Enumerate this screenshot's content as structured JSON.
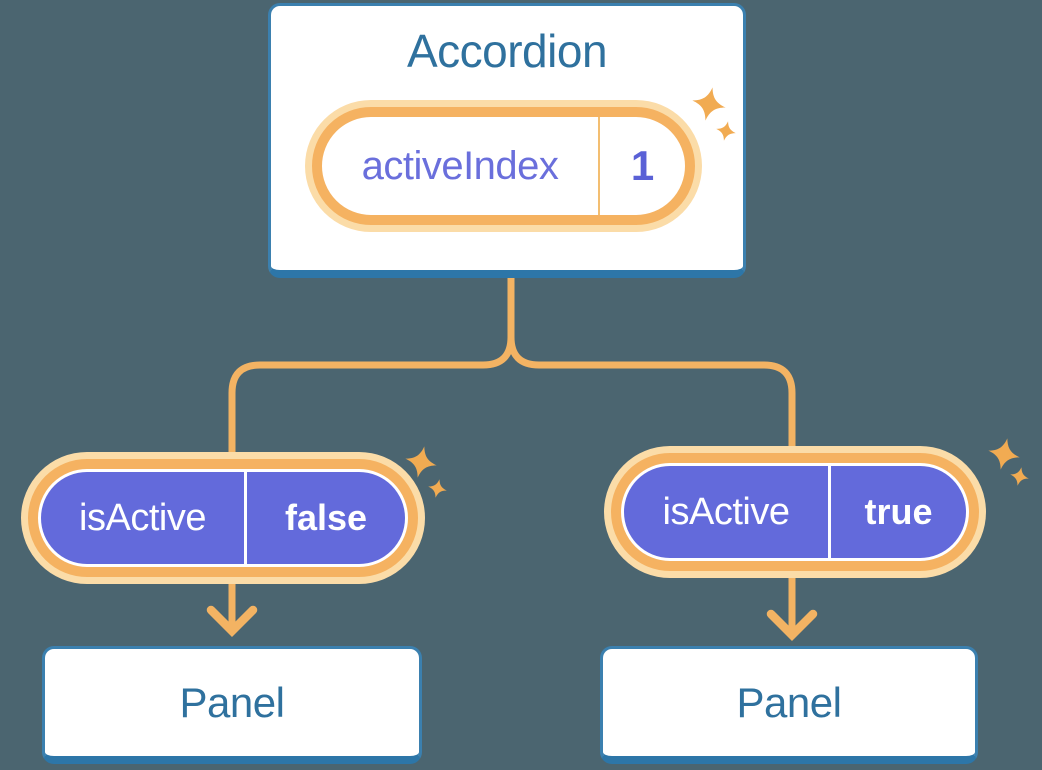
{
  "colors": {
    "background": "#4B6570",
    "card_fill": "#FFFFFF",
    "card_border": "#3B80AF",
    "card_border_bottom": "#2D76A8",
    "heading_text": "#2F719E",
    "accent_orange": "#F5B261",
    "glow_orange": "#FBDCA8",
    "connector_orange": "#F3B363",
    "pill_purple": "#636ADB",
    "state_name_text": "#6A6FDC",
    "state_value_text": "#5A61D6",
    "prop_text": "#FFFFFF"
  },
  "icons": {
    "sparkle": "four-point-star"
  },
  "root_card": {
    "title": "Accordion",
    "state_pill": {
      "name": "activeIndex",
      "value": "1"
    }
  },
  "children": [
    {
      "prop_pill": {
        "name": "isActive",
        "value": "false"
      },
      "panel": {
        "title": "Panel"
      }
    },
    {
      "prop_pill": {
        "name": "isActive",
        "value": "true"
      },
      "panel": {
        "title": "Panel"
      }
    }
  ]
}
